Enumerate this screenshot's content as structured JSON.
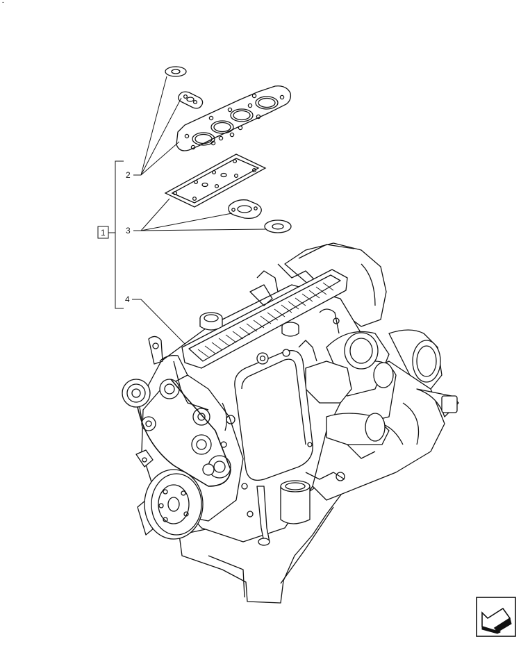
{
  "corner_mark": "-",
  "callouts": {
    "group": "1",
    "item_2": "2",
    "item_3": "3",
    "item_4": "4"
  },
  "icons": {
    "nav": "arrow-down-left-icon"
  },
  "colors": {
    "line": "#111111",
    "background": "#ffffff"
  }
}
